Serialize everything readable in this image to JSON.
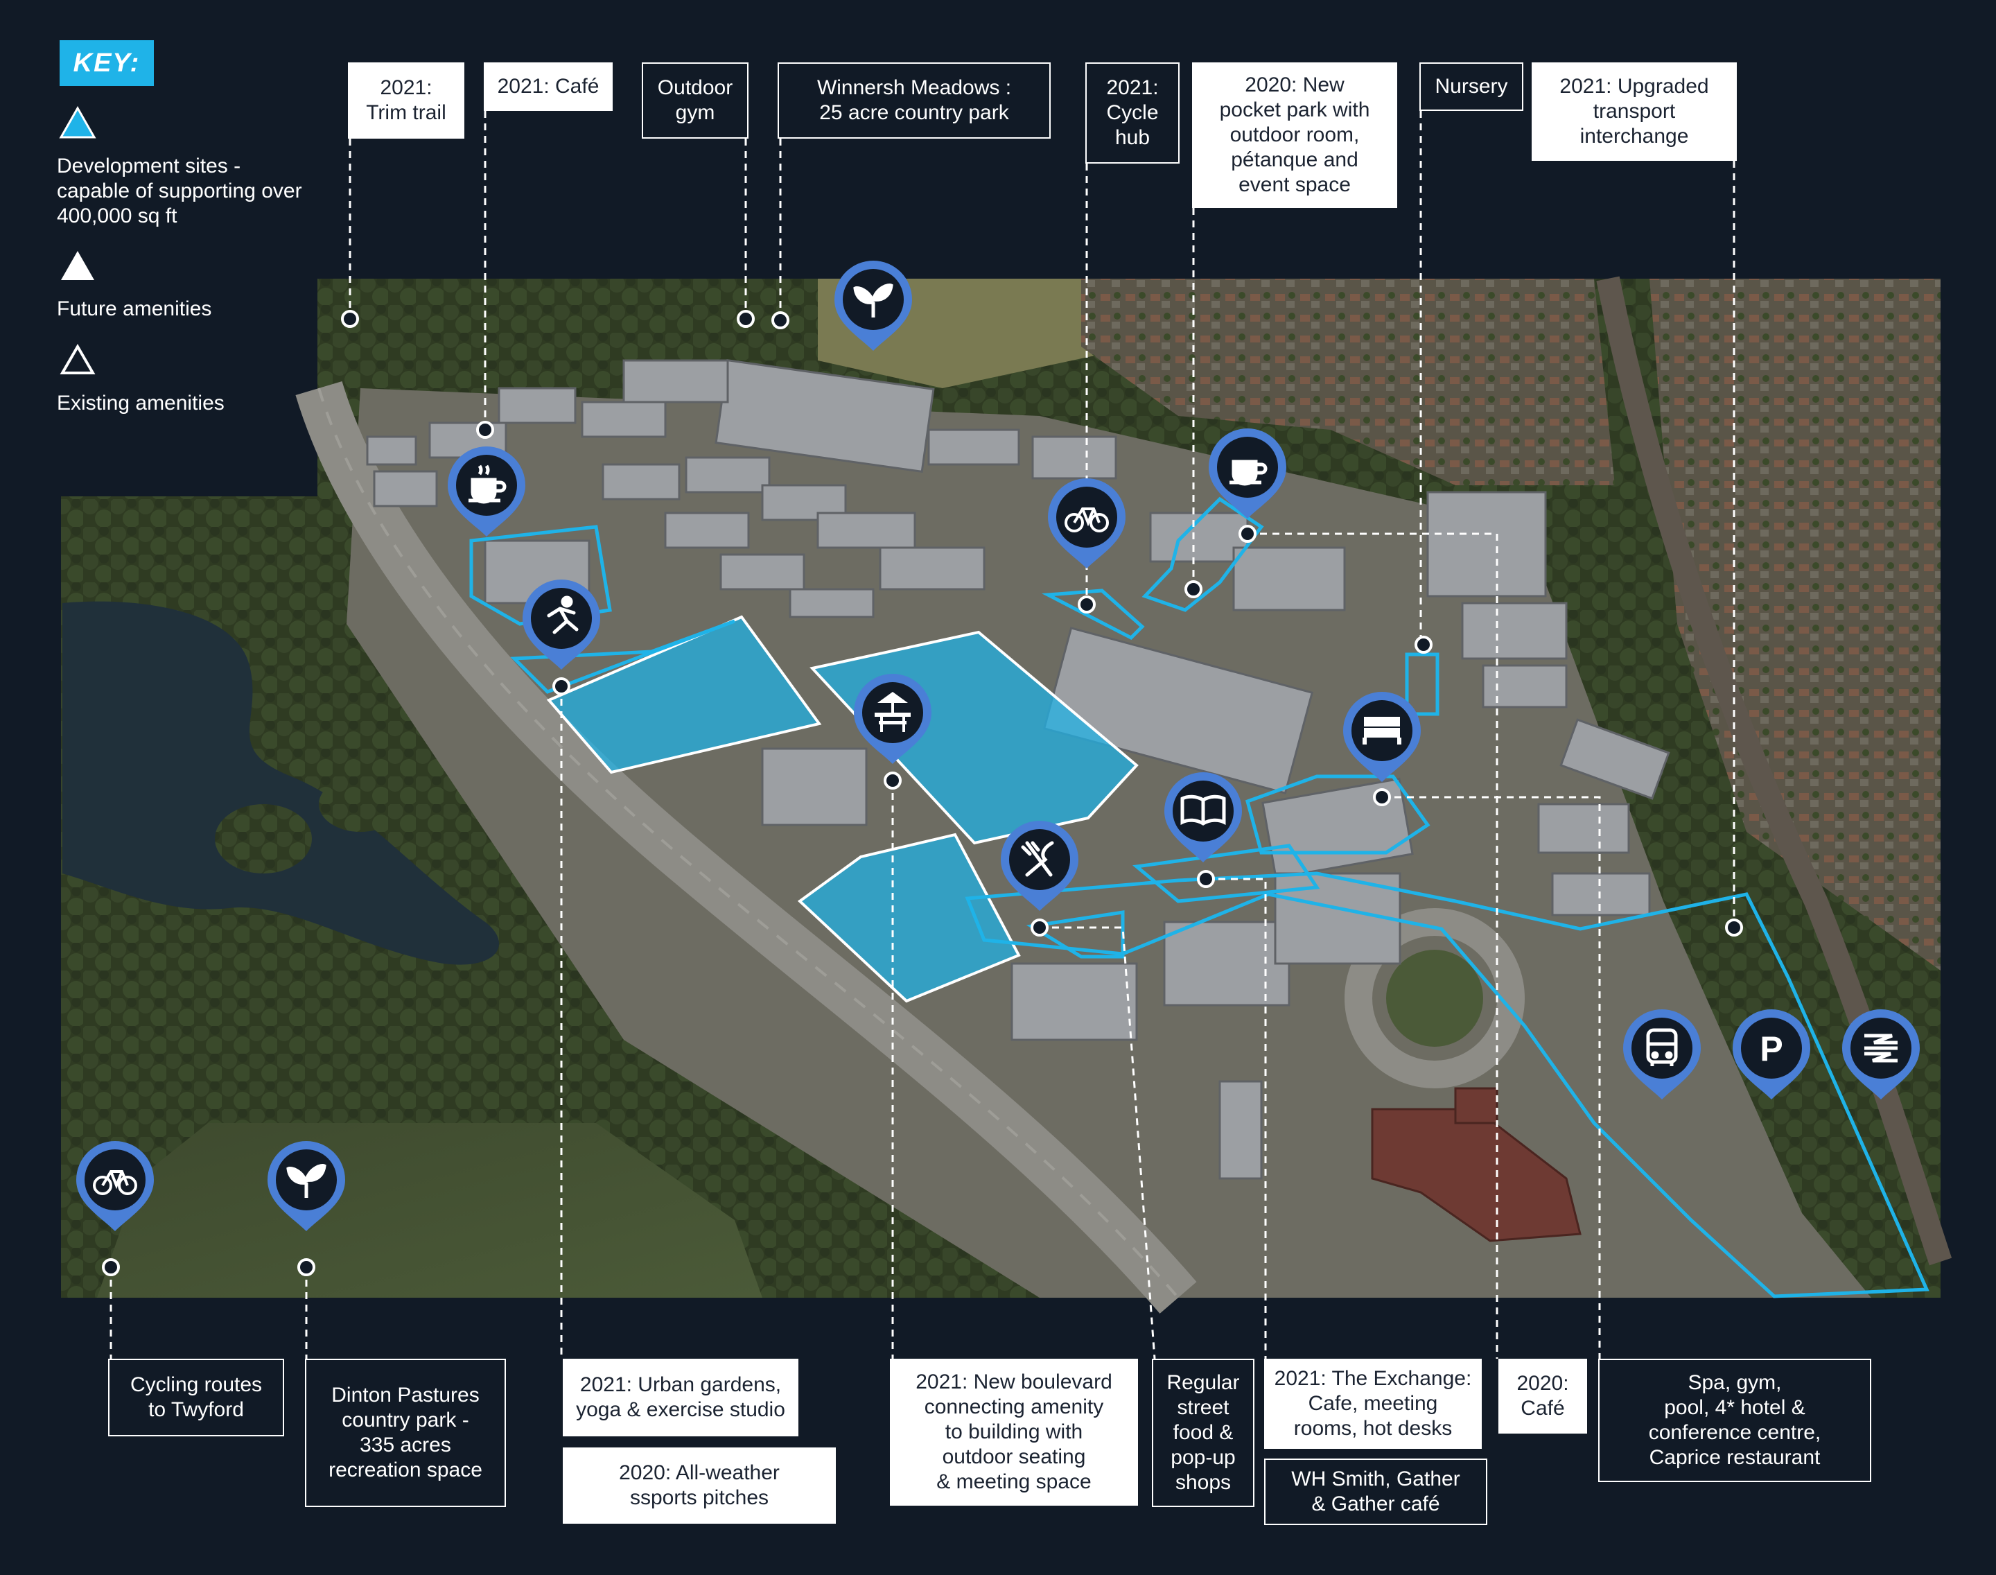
{
  "key": {
    "title": "KEY:",
    "items": [
      {
        "label": "Development sites - capable of supporting over 400,000 sq ft",
        "style": "blue-filled-triangle"
      },
      {
        "label": "Future amenities",
        "style": "white-filled-triangle"
      },
      {
        "label": "Existing amenities",
        "style": "outline-triangle"
      }
    ]
  },
  "top_labels": [
    {
      "id": "trim",
      "text": "2021:\nTrim trail"
    },
    {
      "id": "cafe",
      "text": "2021: Café"
    },
    {
      "id": "gym",
      "text": "Outdoor\ngym"
    },
    {
      "id": "meadows",
      "text": "Winnersh Meadows :\n25 acre country park"
    },
    {
      "id": "cycle",
      "text": "2021:\nCycle\nhub"
    },
    {
      "id": "pocket",
      "text": "2020: New\npocket park with\noutdoor room,\npétanque and\nevent space"
    },
    {
      "id": "nursery",
      "text": "Nursery"
    },
    {
      "id": "transport",
      "text": "2021: Upgraded\ntransport\ninterchange"
    }
  ],
  "bottom_labels": [
    {
      "id": "cycling",
      "text": "Cycling routes\nto Twyford"
    },
    {
      "id": "dinton",
      "text": "Dinton Pastures\ncountry park -\n335 acres\nrecreation space"
    },
    {
      "id": "urban",
      "text": "2021: Urban gardens,\nyoga & exercise studio"
    },
    {
      "id": "pitches",
      "text": "2020: All-weather\nssports pitches"
    },
    {
      "id": "boulevard",
      "text": "2021: New boulevard\nconnecting amenity\nto building with\noutdoor seating\n& meeting space"
    },
    {
      "id": "street",
      "text": "Regular\nstreet\nfood &\npop-up\nshops"
    },
    {
      "id": "exchange",
      "text": "2021: The Exchange:\nCafe, meeting\nrooms, hot desks"
    },
    {
      "id": "whsmith",
      "text": "WH Smith, Gather\n& Gather café"
    },
    {
      "id": "cafe2020",
      "text": "2020:\nCafé"
    },
    {
      "id": "spa",
      "text": "Spa, gym,\npool, 4* hotel &\nconference centre,\nCaprice restaurant"
    }
  ],
  "map_pins": [
    {
      "icon": "leaf-icon"
    },
    {
      "icon": "coffee-icon"
    },
    {
      "icon": "bicycle-icon"
    },
    {
      "icon": "coffee-icon"
    },
    {
      "icon": "running-icon"
    },
    {
      "icon": "picnic-table-icon"
    },
    {
      "icon": "bed-icon"
    },
    {
      "icon": "book-icon"
    },
    {
      "icon": "cutlery-icon"
    },
    {
      "icon": "bus-icon"
    },
    {
      "icon": "parking-icon"
    },
    {
      "icon": "rail-icon"
    },
    {
      "icon": "bicycle-icon"
    },
    {
      "icon": "leaf-icon"
    }
  ],
  "colors": {
    "background": "#111a26",
    "accent": "#1fb3e8",
    "pin": "#4a7fd6"
  }
}
